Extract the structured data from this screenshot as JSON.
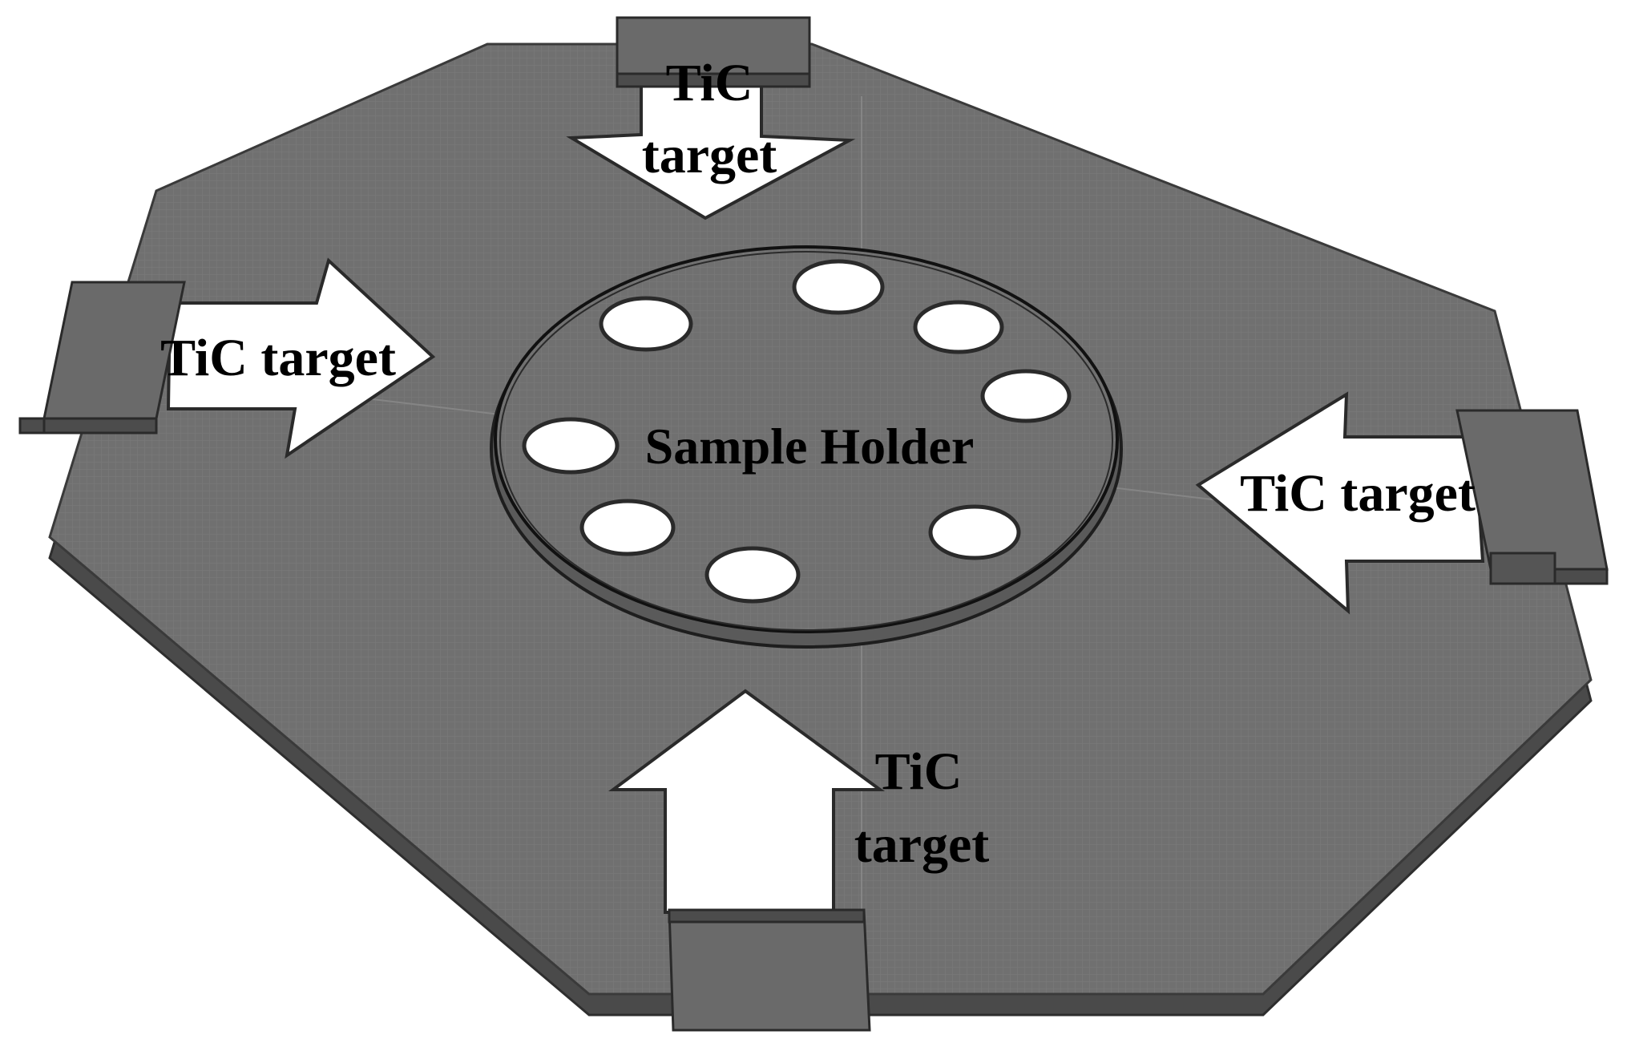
{
  "labels": {
    "target_top_line1": "TiC",
    "target_top_line2": "target",
    "target_left": "TiC target",
    "target_right": "TiC target",
    "target_bottom_line1": "TiC",
    "target_bottom_line2": "target",
    "holder": "Sample Holder"
  },
  "sample_holder": {
    "sample_slot_count": 8
  },
  "colors": {
    "plate": "#6f6f6f",
    "plate_edge": "#4a4a4a",
    "target_block": "#6c6c6c",
    "arrow_fill": "#ffffff",
    "slot_fill": "#ffffff",
    "text": "#000000"
  }
}
